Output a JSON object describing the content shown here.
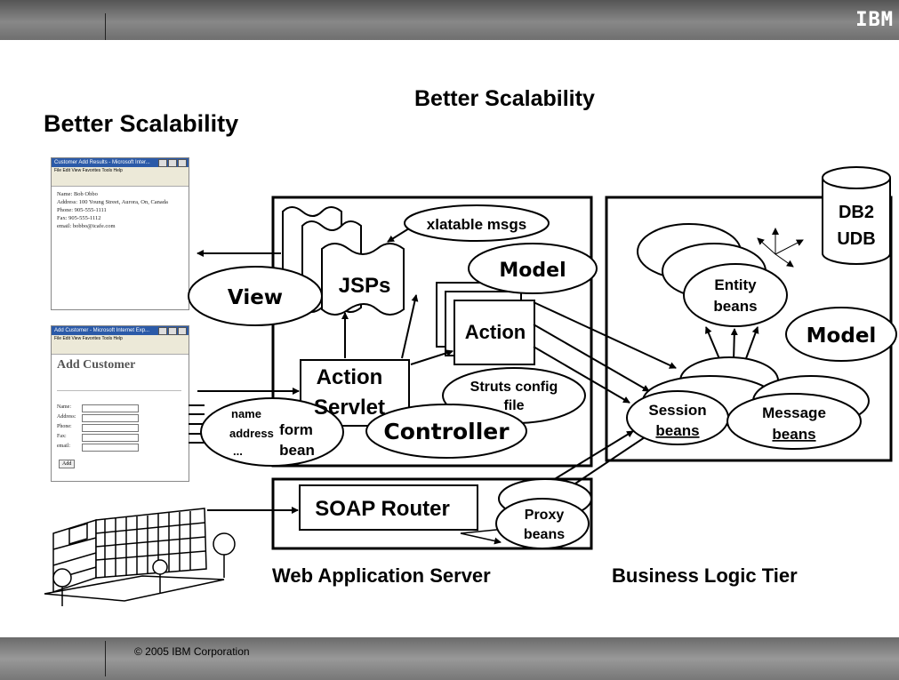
{
  "header": {
    "logo": "IBM"
  },
  "titles": {
    "main": "Better Scalability",
    "secondary": "Better Scalability"
  },
  "footer": {
    "copyright": "© 2005 IBM Corporation"
  },
  "browser_results": {
    "title": "Customer Add Results - Microsoft Inter...",
    "menu": "File  Edit  View  Favorites  Tools  Help",
    "lines": [
      "Name:   Bob Obbo",
      "Address: 100 Young Street, Aurora, On, Canada",
      "Phone:   905-555-1111",
      "Fax:     905-555-1112",
      "email:   bobbo@icafe.com"
    ]
  },
  "browser_form": {
    "title": "Add Customer - Microsoft Internet Exp...",
    "menu": "File  Edit  View  Favorites  Tools  Help",
    "heading": "Add Customer",
    "fields": [
      "Name:",
      "Address:",
      "Phone:",
      "Fax:",
      "email:"
    ],
    "button": "Add"
  },
  "diagram": {
    "xlatable_msgs": "xlatable msgs",
    "model_web": "Model",
    "view": "View",
    "jsps": "JSPs",
    "action": "Action",
    "action_servlet_1": "Action",
    "action_servlet_2": "Servlet",
    "struts_config_1": "Struts config",
    "struts_config_2": "file",
    "controller": "Controller",
    "form_bean_name": "name",
    "form_bean_address": "address",
    "form_bean_dots": "...",
    "form_bean_1": "form",
    "form_bean_2": "bean",
    "soap_router": "SOAP Router",
    "proxy_1": "Proxy",
    "proxy_2": "beans",
    "db2_1": "DB2",
    "db2_2": "UDB",
    "entity_1": "Entity",
    "entity_2": "beans",
    "model_biz": "Model",
    "session_1": "Session",
    "session_2": "beans",
    "message_1": "Message",
    "message_2": "beans",
    "label_web": "Web Application Server",
    "label_biz": "Business Logic Tier"
  }
}
